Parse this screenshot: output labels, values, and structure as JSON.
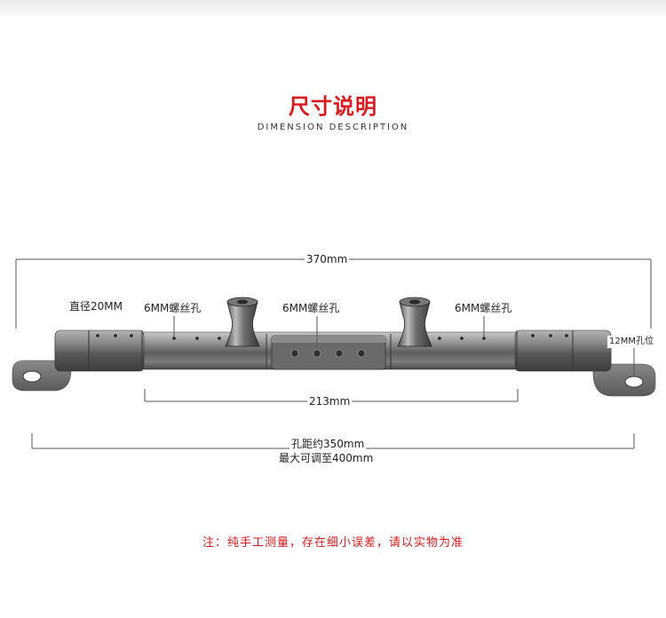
{
  "header": {
    "title": "尺寸说明",
    "subtitle": "DIMENSION DESCRIPTION"
  },
  "dimensions": {
    "overall_length": "370mm",
    "tube_diameter": "直径20MM",
    "screw_hole_left": "6MM螺丝孔",
    "screw_hole_center": "6MM螺丝孔",
    "screw_hole_right": "6MM螺丝孔",
    "mount_hole": "12MM孔位",
    "middle_length": "213mm",
    "hole_distance": "孔距约350mm",
    "max_adjust": "最大可调至400mm"
  },
  "footer": {
    "note": "注：纯手工测量，存在细小误差，请以实物为准"
  },
  "colors": {
    "accent": "#d9191d",
    "metal": "#707070"
  }
}
